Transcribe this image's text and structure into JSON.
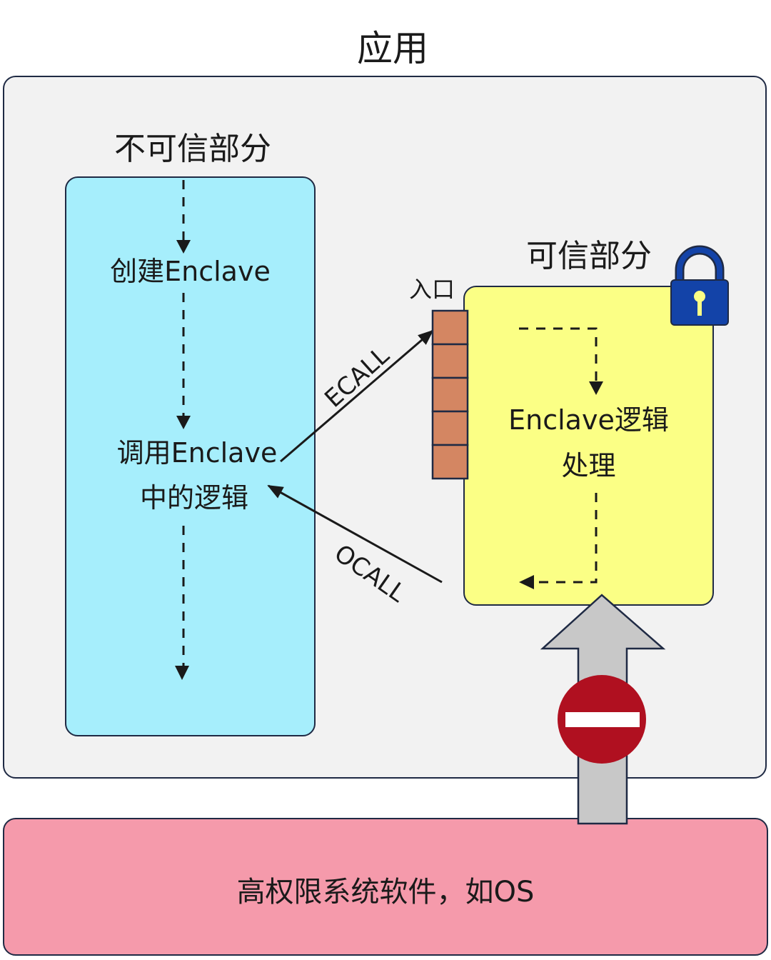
{
  "title": "应用",
  "untrusted": {
    "title": "不可信部分",
    "step1": "创建Enclave",
    "step2_line1": "调用Enclave",
    "step2_line2": "中的逻辑"
  },
  "trusted": {
    "title": "可信部分",
    "logic_line1": "Enclave逻辑",
    "logic_line2": "处理"
  },
  "entry_label": "入口",
  "ecall_label": "ECALL",
  "ocall_label": "OCALL",
  "os_label": "高权限系统软件，如OS",
  "colors": {
    "untrusted": "#a6eefc",
    "trusted": "#fbff85",
    "os": "#f59aab",
    "entry": "#d48662",
    "lock": "#1343a8",
    "block": "#b01020"
  },
  "icons": [
    "lock-icon",
    "no-entry-icon",
    "blocked-arrow-icon"
  ]
}
